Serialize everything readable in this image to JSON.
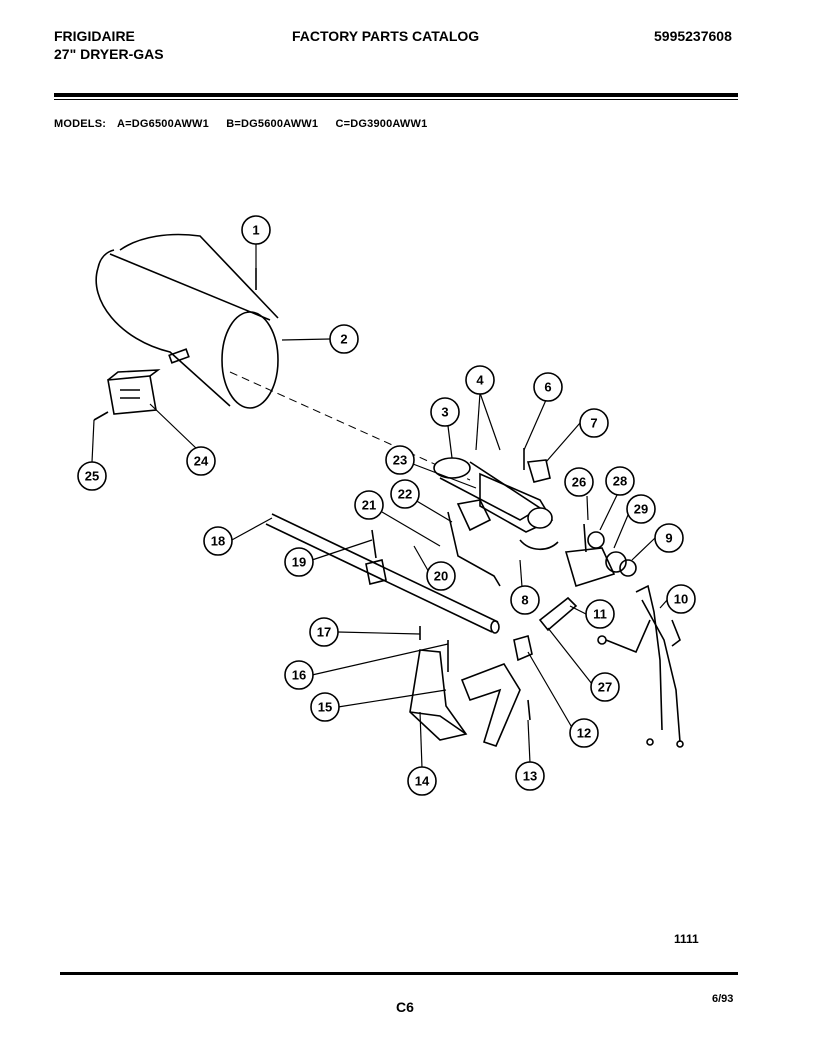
{
  "header": {
    "brand": "FRIGIDAIRE",
    "product": "27\" DRYER-GAS",
    "catalog_title": "FACTORY PARTS CATALOG",
    "catalog_number": "5995237608"
  },
  "models": {
    "label": "MODELS:",
    "items": [
      "A=DG6500AWW1",
      "B=DG5600AWW1",
      "C=DG3900AWW1"
    ]
  },
  "diagram": {
    "callouts": [
      "1",
      "2",
      "3",
      "4",
      "6",
      "7",
      "23",
      "26",
      "28",
      "29",
      "9",
      "22",
      "21",
      "18",
      "19",
      "20",
      "8",
      "11",
      "10",
      "17",
      "16",
      "27",
      "15",
      "12",
      "14",
      "13",
      "24",
      "25"
    ]
  },
  "footer": {
    "reference": "1111",
    "page": "C6",
    "date": "6/93"
  }
}
